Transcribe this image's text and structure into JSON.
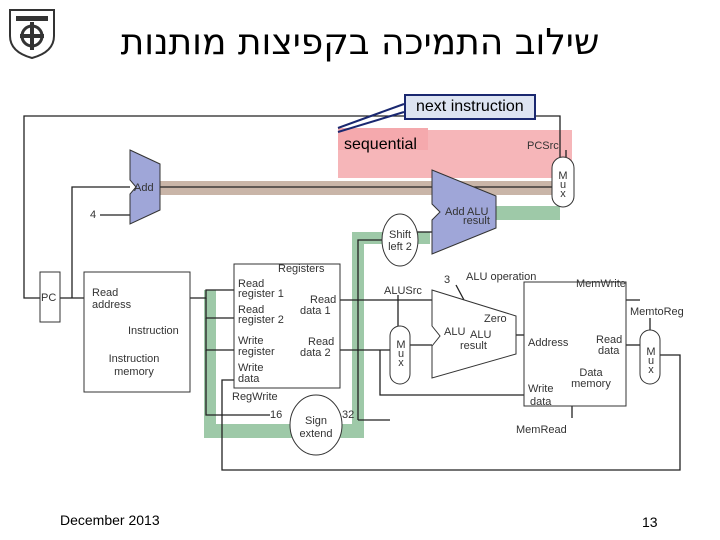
{
  "title": "שילוב התמיכה בקפיצות מותנות",
  "callouts": {
    "next_instruction": "next instruction",
    "sequential": "sequential"
  },
  "labels": {
    "pcsrc": "PCSrc",
    "add": "Add",
    "four": "4",
    "add_alu": "Add ALU",
    "add_result": "result",
    "shift": "Shift",
    "left2": "left 2",
    "registers": "Registers",
    "read_register_1": "Read",
    "read_register_1b": "register 1",
    "read_register_2": "Read",
    "read_register_2b": "register 2",
    "write_register": "Write",
    "write_register_b": "register",
    "write_data": "Write",
    "write_data_b": "data",
    "read_data_1": "Read",
    "read_data_1b": "data 1",
    "read_data_2": "Read",
    "read_data_2b": "data 2",
    "regwrite": "RegWrite",
    "pc": "PC",
    "read_address": "Read",
    "read_address_b": "address",
    "instruction": "Instruction",
    "instruction_memory": "Instruction",
    "instruction_memory_b": "memory",
    "sixteen": "16",
    "sign_extend": "Sign",
    "sign_extend_b": "extend",
    "thirty_two": "32",
    "alusrc": "ALUSrc",
    "three": "3",
    "alu_operation": "ALU operation",
    "zero": "Zero",
    "alu": "ALU",
    "alu_result": "ALU",
    "alu_result_b": "result",
    "mux": "M u x",
    "memwrite": "MemWrite",
    "memtoreg": "MemtoReg",
    "address": "Address",
    "read_data": "Read",
    "read_data_b": "data",
    "data_memory": "Data",
    "data_memory_b": "memory",
    "write_data_mem": "Write",
    "write_data_mem_b": "data",
    "memread": "MemRead"
  },
  "footer": {
    "date": "December 2013",
    "page": "13"
  },
  "colors": {
    "highlight_red": "#f4a9ad",
    "highlight_green": "#9ec9a8",
    "highlight_gray": "#c9b5a8",
    "unit_fill": "#9fa6d8",
    "callout_fill": "#dde4f2",
    "callout_border": "#1a2870"
  }
}
